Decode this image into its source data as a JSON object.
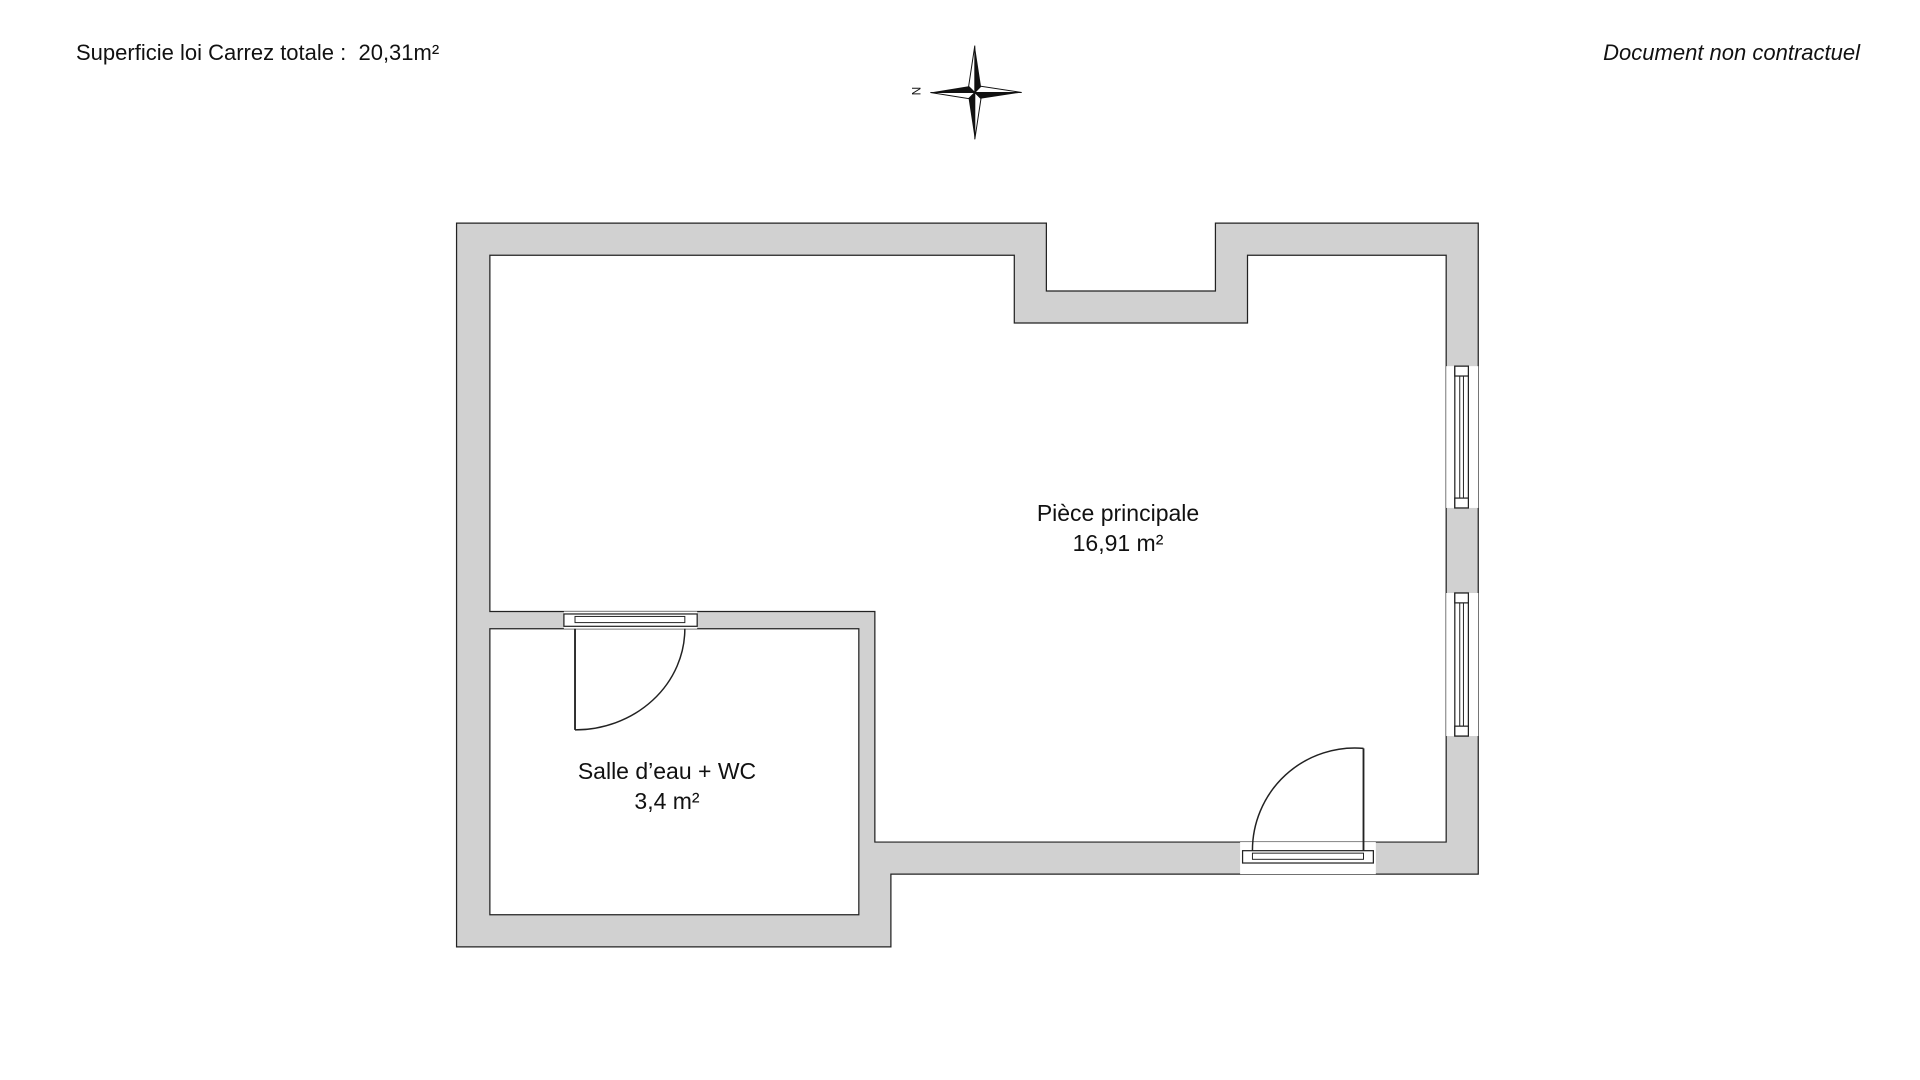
{
  "header": {
    "total_area_label": "Superficie loi Carrez totale :",
    "total_area_value": "20,31m²",
    "disclaimer": "Document non contractuel"
  },
  "compass": {
    "north_label": "N"
  },
  "rooms": [
    {
      "name": "Pièce principale",
      "area": "16,91 m²"
    },
    {
      "name": "Salle d’eau + WC",
      "area": "3,4 m²"
    }
  ],
  "colors": {
    "wall": "#d1d1d1",
    "line": "#222222"
  }
}
